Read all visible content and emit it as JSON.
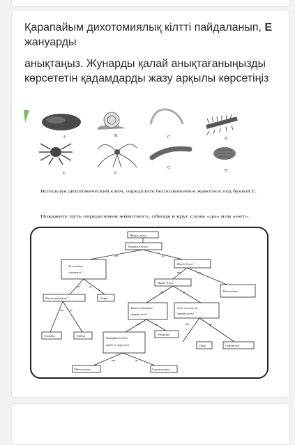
{
  "question": {
    "line1": "Қарапайым дихотомиялық кілтті пайдаланып,",
    "bold_letter": "Е",
    "line1_end": "жануарды",
    "line2": "анықтаңыз. Жунарды қалай анықтағаныңызды көрсететін қадамдарды жазу арқылы көрсетіңіз"
  },
  "animals": {
    "A": "A",
    "B": "B",
    "C": "C",
    "D": "D",
    "E": "E",
    "F": "F",
    "G": "G",
    "H": "H"
  },
  "instructions": {
    "p1": "Используя дихотомический ключ, определите беспозвоночное животное под буквой Е.",
    "p2": "Покажите путь определения животного, обводя в круг слова «да» или «нет»."
  },
  "key": {
    "start": "Начало здесь",
    "n1": "Имеются ноги?",
    "n2a": "Тело имеет",
    "n2b": "сегменты ?",
    "n3": "Имеет 6 ног ?",
    "n4": "Имеет 8 ног?",
    "n5": "Имеет раковину?",
    "worm": "Червь",
    "insects": "Насекомые",
    "n6a": "Имеет овальную",
    "n6b": "форму тела?",
    "n7a": "Тело состоит из",
    "n7b": "одной части?",
    "slug": "Слизень",
    "snail": "Улитка",
    "woodlouse": "Мокрица",
    "n8a": "Каждый сегмент",
    "n8b": "имеет 1 пару ног?",
    "spider": "Паук",
    "scorpion": "Сенокосец",
    "millipede": "Многоножка",
    "centipede": "Сороконожка",
    "yes": "да",
    "no": "нет"
  }
}
